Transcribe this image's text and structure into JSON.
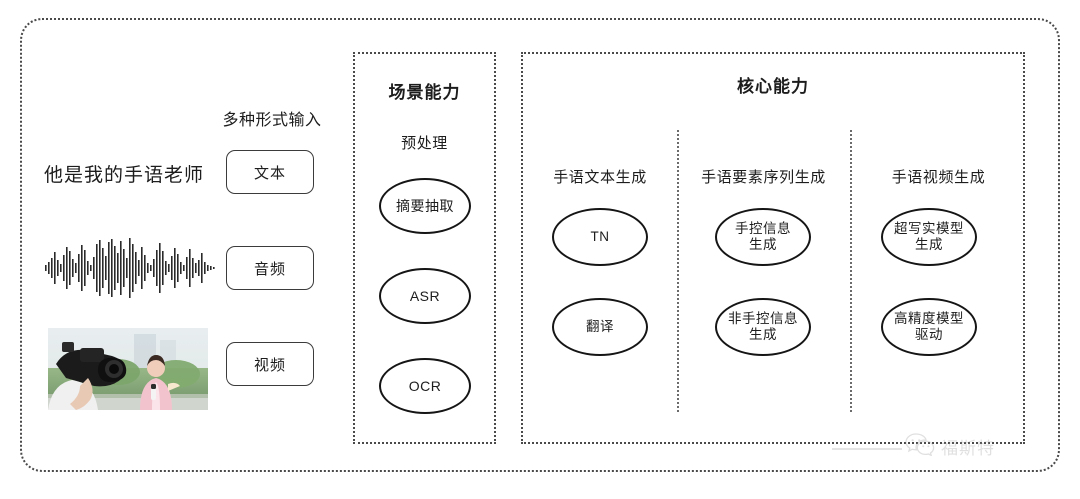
{
  "diagram": {
    "input_section": {
      "heading": "多种形式输入",
      "sentence": "他是我的手语老师",
      "modalities": [
        {
          "label": "文本",
          "icon": "text-modality"
        },
        {
          "label": "音频",
          "icon": "audio-waveform"
        },
        {
          "label": "视频",
          "icon": "video-thumbnail"
        }
      ]
    },
    "scene_panel": {
      "title": "场景能力",
      "group_label": "预处理",
      "nodes": [
        "摘要抽取",
        "ASR",
        "OCR"
      ]
    },
    "core_panel": {
      "title": "核心能力",
      "columns": [
        {
          "label": "手语文本生成",
          "nodes": [
            "TN",
            "翻译"
          ]
        },
        {
          "label": "手语要素序列生成",
          "nodes": [
            "手控信息\n生成",
            "非手控信息\n生成"
          ]
        },
        {
          "label": "手语视频生成",
          "nodes": [
            "超写实模型\n生成",
            "高精度模型\n驱动"
          ]
        }
      ]
    },
    "watermark": {
      "text": "福斯特",
      "icon": "wechat-icon"
    },
    "colors": {
      "frame": "#4a4a4a",
      "node_stroke": "#151515",
      "text": "#1d1d1d",
      "watermark": "#9a9a9a",
      "background": "#ffffff"
    }
  }
}
